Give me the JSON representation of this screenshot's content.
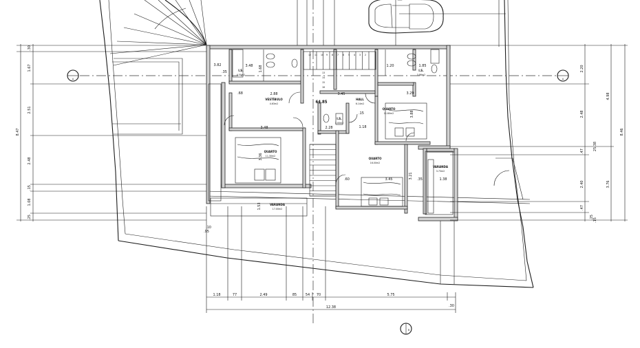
{
  "section_markers": {
    "A": "A",
    "B": "B"
  },
  "rooms": {
    "room_left": {
      "name": "QUARTO",
      "area": "11.30m2"
    },
    "room_right_top": {
      "name": "QUARTO",
      "area": "11.80m2"
    },
    "room_center": {
      "name": "QUARTO",
      "area": "16.00m2"
    },
    "hall": {
      "name": "HALL",
      "area": "6.14m2"
    },
    "wc": {
      "name": "I.S.",
      "area": "3.00m2"
    },
    "vestibulo": {
      "name": "VESTÍBULO",
      "area": "4.63m2"
    },
    "bath_left": {
      "name": "I.S.",
      "area": "4.50m2"
    },
    "bath_right": {
      "name": "I.S.",
      "area": "3.86m2"
    },
    "varanda_bottom": {
      "name": "VARANDA",
      "area": "17.00m2"
    },
    "varanda_right": {
      "name": "VARANDA",
      "area": "3.73m2"
    }
  },
  "level": "64.85",
  "stair_numbers": [
    "12",
    "11",
    "10",
    "9",
    "8",
    "7",
    "6",
    "5",
    "4",
    "3",
    "2"
  ],
  "stair_numbers_2": [
    "13",
    "14",
    "15",
    "16"
  ],
  "dims_bottom": [
    "1.18",
    "77",
    "2.49",
    "85",
    "54",
    "70",
    "5.75"
  ],
  "dims_bottom_small": ".30",
  "dims_total": "12.38",
  "dims_left": [
    ".30",
    "1.67",
    "2.51",
    "2.48",
    ".15",
    "1.08",
    ".25"
  ],
  "dims_left_total": "8.47",
  "dims_right": [
    "2.20",
    "2.48",
    ".47",
    "2.40",
    ".47",
    ".25"
  ],
  "dims_right_2": [
    "4.98",
    "25.38",
    "3.76",
    ".15"
  ],
  "dims_right_total": "8.46",
  "dims_inner": [
    "3.82",
    "3.48",
    "2.88",
    "3.45",
    "3.29",
    "3.48",
    "2.28",
    "1.18",
    "3.45",
    "1.38",
    "1.85",
    "1.20",
    ".68",
    ".35",
    ".95",
    ".10",
    ".60",
    "3.88",
    "3.36",
    "3.21",
    ".35",
    ".15",
    "1.53",
    "1.68"
  ]
}
